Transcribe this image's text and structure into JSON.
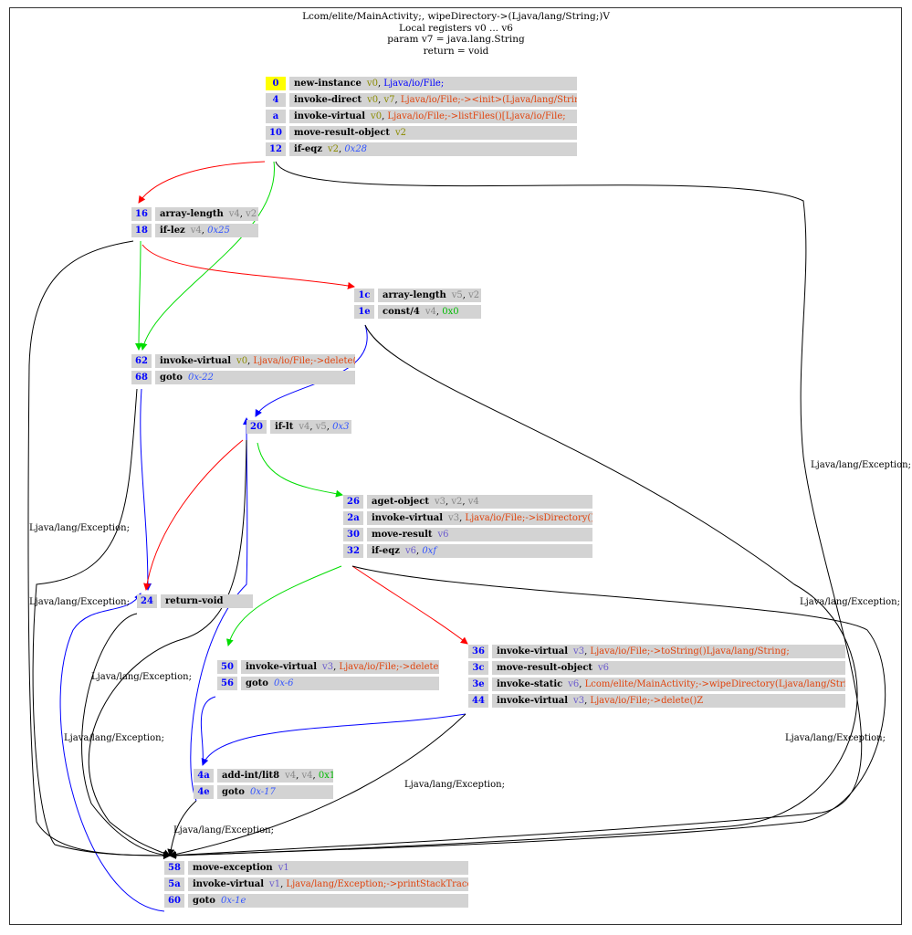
{
  "title_lines": [
    "Lcom/elite/MainActivity;, wipeDirectory->(Ljava/lang/String;)V",
    "Local registers v0 ... v6",
    "param v7 = java.lang.String",
    "return = void"
  ],
  "exception_label": "Ljava/lang/Exception;",
  "blocks": {
    "b0": [
      {
        "addr": "0",
        "op": "new-instance",
        "args": [
          [
            "v0",
            "reg"
          ],
          [
            ", ",
            ""
          ],
          [
            "Ljava/io/File;",
            "cls"
          ]
        ]
      },
      {
        "addr": "4",
        "op": "invoke-direct",
        "args": [
          [
            "v0",
            "reg"
          ],
          [
            ", ",
            ""
          ],
          [
            "v7",
            "reg"
          ],
          [
            ", ",
            ""
          ],
          [
            "Ljava/io/File;-><init>(Ljava/lang/String;)V",
            "str"
          ]
        ]
      },
      {
        "addr": "a",
        "op": "invoke-virtual",
        "args": [
          [
            "v0",
            "reg"
          ],
          [
            ", ",
            ""
          ],
          [
            "Ljava/io/File;->listFiles()[Ljava/io/File;",
            "str"
          ]
        ]
      },
      {
        "addr": "10",
        "op": "move-result-object",
        "args": [
          [
            "v2",
            "reg"
          ]
        ]
      },
      {
        "addr": "12",
        "op": "if-eqz",
        "args": [
          [
            "v2",
            "reg"
          ],
          [
            ", ",
            ""
          ],
          [
            "0x28",
            "off"
          ]
        ]
      }
    ],
    "b16": [
      {
        "addr": "16",
        "op": "array-length",
        "args": [
          [
            "v4",
            "gry"
          ],
          [
            ", ",
            ""
          ],
          [
            "v2",
            "gry"
          ]
        ]
      },
      {
        "addr": "18",
        "op": "if-lez",
        "args": [
          [
            "v4",
            "gry"
          ],
          [
            ", ",
            ""
          ],
          [
            "0x25",
            "off"
          ]
        ]
      }
    ],
    "b1c": [
      {
        "addr": "1c",
        "op": "array-length",
        "args": [
          [
            "v5",
            "gry"
          ],
          [
            ", ",
            ""
          ],
          [
            "v2",
            "gry"
          ]
        ]
      },
      {
        "addr": "1e",
        "op": "const/4",
        "args": [
          [
            "v4",
            "gry"
          ],
          [
            ", ",
            ""
          ],
          [
            "0x0",
            "lit"
          ]
        ]
      }
    ],
    "b62": [
      {
        "addr": "62",
        "op": "invoke-virtual",
        "args": [
          [
            "v0",
            "reg"
          ],
          [
            ", ",
            ""
          ],
          [
            "Ljava/io/File;->delete()Z",
            "str"
          ]
        ]
      },
      {
        "addr": "68",
        "op": "goto",
        "args": [
          [
            "0x-22",
            "off"
          ]
        ]
      }
    ],
    "b20": [
      {
        "addr": "20",
        "op": "if-lt",
        "args": [
          [
            "v4",
            "gry"
          ],
          [
            ", ",
            ""
          ],
          [
            "v5",
            "gry"
          ],
          [
            ", ",
            ""
          ],
          [
            "0x3",
            "off"
          ]
        ]
      }
    ],
    "b26": [
      {
        "addr": "26",
        "op": "aget-object",
        "args": [
          [
            "v3",
            "gry"
          ],
          [
            ", ",
            ""
          ],
          [
            "v2",
            "gry"
          ],
          [
            ", ",
            ""
          ],
          [
            "v4",
            "gry"
          ]
        ]
      },
      {
        "addr": "2a",
        "op": "invoke-virtual",
        "args": [
          [
            "v3",
            "gry"
          ],
          [
            ", ",
            ""
          ],
          [
            "Ljava/io/File;->isDirectory()Z",
            "str"
          ]
        ]
      },
      {
        "addr": "30",
        "op": "move-result",
        "args": [
          [
            "v6",
            "p"
          ]
        ]
      },
      {
        "addr": "32",
        "op": "if-eqz",
        "args": [
          [
            "v6",
            "p"
          ],
          [
            ", ",
            ""
          ],
          [
            "0xf",
            "off"
          ]
        ]
      }
    ],
    "b24": [
      {
        "addr": "24",
        "op": "return-void",
        "args": []
      }
    ],
    "b50": [
      {
        "addr": "50",
        "op": "invoke-virtual",
        "args": [
          [
            "v3",
            "p"
          ],
          [
            ", ",
            ""
          ],
          [
            "Ljava/io/File;->delete()Z",
            "str"
          ]
        ]
      },
      {
        "addr": "56",
        "op": "goto",
        "args": [
          [
            "0x-6",
            "off"
          ]
        ]
      }
    ],
    "b36": [
      {
        "addr": "36",
        "op": "invoke-virtual",
        "args": [
          [
            "v3",
            "p"
          ],
          [
            ", ",
            ""
          ],
          [
            "Ljava/io/File;->toString()Ljava/lang/String;",
            "str"
          ]
        ]
      },
      {
        "addr": "3c",
        "op": "move-result-object",
        "args": [
          [
            "v6",
            "p"
          ]
        ]
      },
      {
        "addr": "3e",
        "op": "invoke-static",
        "args": [
          [
            "v6",
            "p"
          ],
          [
            ", ",
            ""
          ],
          [
            "Lcom/elite/MainActivity;->wipeDirectory(Ljava/lang/String;)V",
            "str"
          ]
        ]
      },
      {
        "addr": "44",
        "op": "invoke-virtual",
        "args": [
          [
            "v3",
            "p"
          ],
          [
            ", ",
            ""
          ],
          [
            "Ljava/io/File;->delete()Z",
            "str"
          ]
        ]
      }
    ],
    "b4a": [
      {
        "addr": "4a",
        "op": "add-int/lit8",
        "args": [
          [
            "v4",
            "gry"
          ],
          [
            ", ",
            ""
          ],
          [
            "v4",
            "gry"
          ],
          [
            ", ",
            ""
          ],
          [
            "0x1",
            "lit"
          ]
        ]
      },
      {
        "addr": "4e",
        "op": "goto",
        "args": [
          [
            "0x-17",
            "off"
          ]
        ]
      }
    ],
    "b58": [
      {
        "addr": "58",
        "op": "move-exception",
        "args": [
          [
            "v1",
            "p"
          ]
        ]
      },
      {
        "addr": "5a",
        "op": "invoke-virtual",
        "args": [
          [
            "v1",
            "p"
          ],
          [
            ", ",
            ""
          ],
          [
            "Ljava/lang/Exception;->printStackTrace()V",
            "str"
          ]
        ]
      },
      {
        "addr": "60",
        "op": "goto",
        "args": [
          [
            "0x-1e",
            "off"
          ]
        ]
      }
    ]
  }
}
